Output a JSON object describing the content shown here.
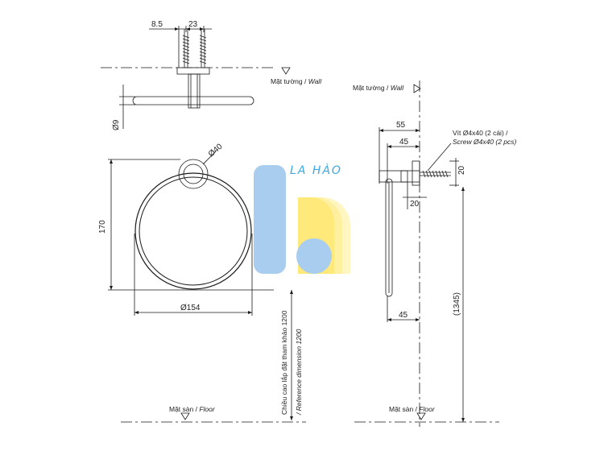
{
  "dimensions": {
    "d8_5": "8.5",
    "d23": "23",
    "d9": "Ø9",
    "d40": "Ø40",
    "d170": "170",
    "d154": "Ø154",
    "d55": "55",
    "d45_top": "45",
    "d20_right": "20",
    "d20_bottom": "20",
    "d45_bottom": "45",
    "d1345": "(1345)"
  },
  "labels": {
    "wall_top_left_vi": "Mặt tường / ",
    "wall_top_left_en": "Wall",
    "wall_right_vi": "Mặt tường / ",
    "wall_right_en": "Wall",
    "floor_left_vi": "Mặt sàn / ",
    "floor_left_en": "Floor",
    "floor_right_vi": "Mặt sàn / ",
    "floor_right_en": "Floor",
    "screw_line1": "Vít Ø4x40 (2 cái) /",
    "screw_line2": "Screw Ø4x40 (2 pcs)",
    "height_vi": "Chiều cao lắp đặt tham khảo 1200",
    "height_en": "/ Reference dimension 1200",
    "logo_text": "LA HÀO"
  },
  "colors": {
    "line": "#1a1a1a",
    "logo_blue": "#a9cdef",
    "logo_yellow": "#fff2a6",
    "logo_text": "#3ea8e0"
  }
}
